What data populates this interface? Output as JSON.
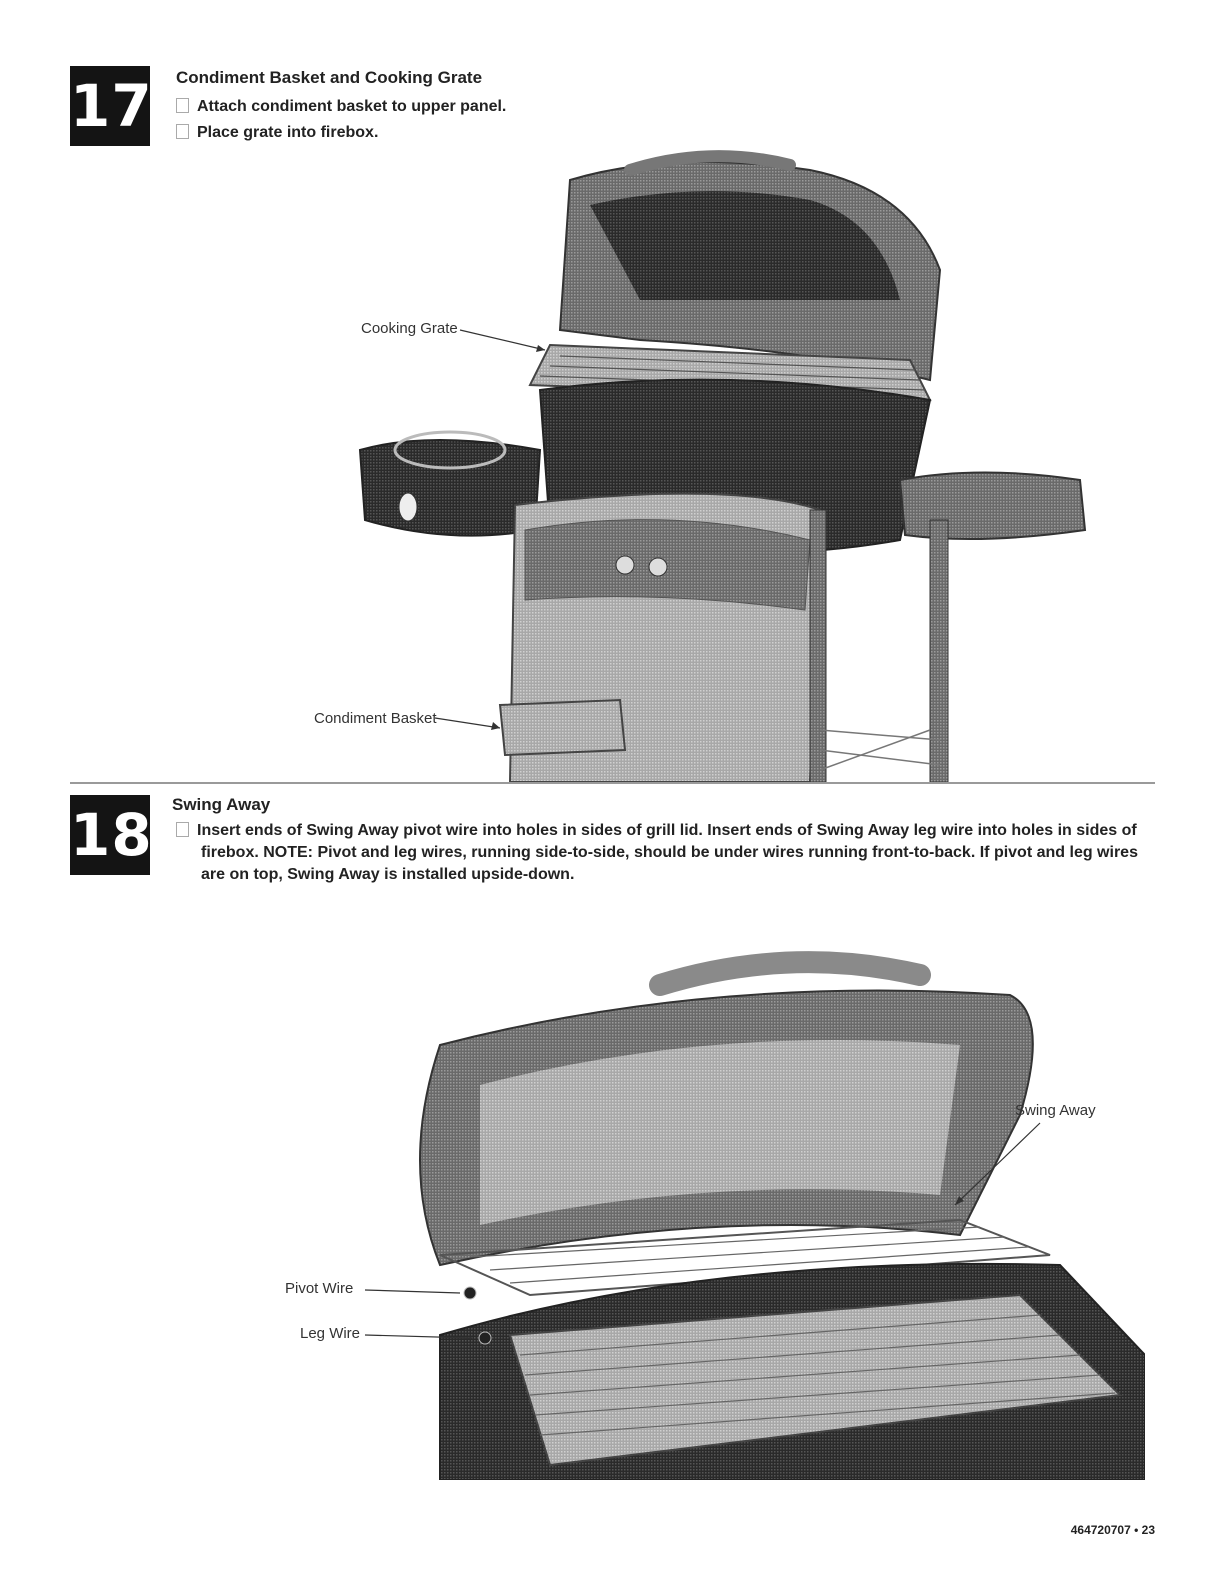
{
  "step17": {
    "number": "17",
    "title": "Condiment Basket and Cooking Grate",
    "items": [
      "Attach condiment basket to upper panel.",
      "Place grate into firebox."
    ],
    "callouts": {
      "cooking_grate": "Cooking Grate",
      "condiment_basket": "Condiment Basket"
    }
  },
  "step18": {
    "number": "18",
    "title": "Swing Away",
    "instruction": "Insert ends of Swing Away pivot wire into holes in sides of grill lid. Insert ends of Swing Away leg wire into holes in sides of firebox. NOTE: Pivot and leg wires, running side-to-side, should be under wires running front-to-back. If pivot and leg wires are on top, Swing Away is installed upside-down.",
    "callouts": {
      "swing_away": "Swing Away",
      "pivot_wire": "Pivot Wire",
      "leg_wire": "Leg Wire"
    }
  },
  "footer": {
    "page_label": "464720707 • 23"
  }
}
